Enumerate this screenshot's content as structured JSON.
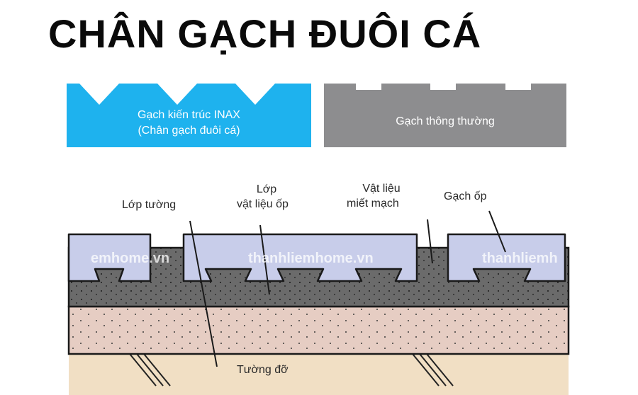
{
  "title": "CHÂN GẠCH ĐUÔI CÁ",
  "panels": {
    "inax": {
      "line1": "Gạch kiến trúc INAX",
      "line2": "(Chân gạch đuôi cá)",
      "color": "#1eb2ee"
    },
    "normal": {
      "label": "Gạch thông thường",
      "color": "#8d8d8f"
    }
  },
  "labels": {
    "wall_layer": "Lớp tường",
    "adhesive_line1": "Lớp",
    "adhesive_line2": "vật liệu ốp",
    "grout_line1": "Vật liệu",
    "grout_line2": "miết mạch",
    "tile": "Gạch ốp",
    "support_wall": "Tường đỡ"
  },
  "watermarks": [
    "emhome.vn",
    "thanhliemhome.vn",
    "thanhliemh"
  ],
  "colors": {
    "tile": "#c8cdea",
    "adhesive": "#6b6b6b",
    "plaster": "#e6cdc3",
    "wall": "#f1dfc4"
  }
}
